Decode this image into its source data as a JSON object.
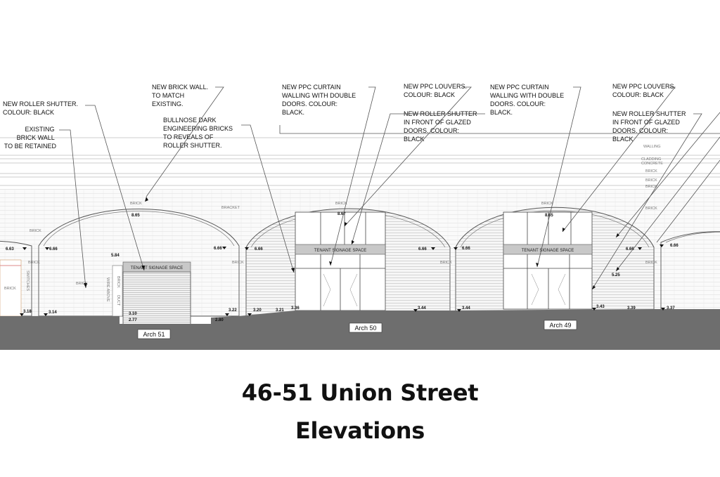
{
  "annotations": [
    "NEW ROLLER SHUTTER.\nCOLOUR: BLACK",
    "EXISTING\nBRICK WALL\nTO BE RETAINED",
    "NEW BRICK WALL.\nTO MATCH\nEXISTING.",
    "BULLNOSE DARK\nENGINEERING BRICKS\nTO REVEALS OF\nROLLER SHUTTER.",
    "NEW PPC CURTAIN\nWALLING WITH DOUBLE\nDOORS. COLOUR:\nBLACK.",
    "NEW PPC LOUVERS.\nCOLOUR: BLACK",
    "NEW ROLLER SHUTTER\nIN FRONT OF GLAZED\nDOORS. COLOUR:\nBLACK",
    "NEW PPC CURTAIN\nWALLING WITH DOUBLE\nDOORS. COLOUR:\nBLACK.",
    "NEW PPC LOUVERS.\nCOLOUR: BLACK",
    "NEW ROLLER SHUTTER\nIN FRONT OF GLAZED\nDOORS. COLOUR:\nBLACK"
  ],
  "arch_labels": [
    "Arch 51",
    "Arch 50",
    "Arch 49"
  ],
  "signage_label": "TENANT SIGNAGE SPACE",
  "material_labels": [
    "BRICK",
    "BRICK",
    "BRICK",
    "BRICK",
    "BRICK",
    "BRICK",
    "BRICK",
    "BRICK",
    "BRICK",
    "BRICK",
    "BRICK",
    "BRICK",
    "BRICK",
    "BRICK",
    "WALLING",
    "CLADDING",
    "CONCRETE",
    "BRACKET",
    "SWITCHES",
    "WIRE ABOVE",
    "BRICK",
    "DUCT"
  ],
  "levels": [
    "6.63",
    "6.66",
    "8.65",
    "6.66",
    "6.66",
    "5.84",
    "8.67",
    "6.66",
    "6.66",
    "8.65",
    "6.66",
    "6.66",
    "5.25",
    "3.18",
    "3.14",
    "3.10",
    "2.77",
    "2.80",
    "3.22",
    "3.20",
    "3.21",
    "3.36",
    "3.44",
    "3.44",
    "3.43",
    "3.39",
    "3.37"
  ],
  "title": [
    "46-51 Union Street",
    "Elevations"
  ],
  "colors": {
    "ground": "#6e6e6e",
    "signage": "#c8c8c8",
    "line": "#444444",
    "hatch": "#d4d4d4"
  }
}
